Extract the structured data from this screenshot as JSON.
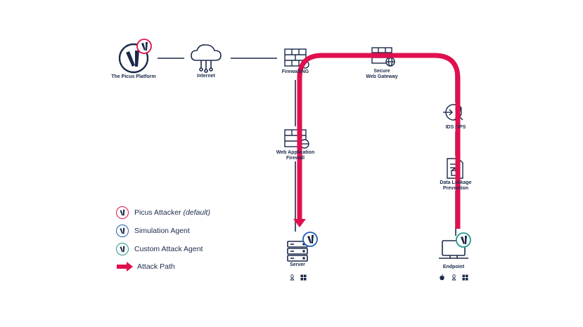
{
  "colors": {
    "navy": "#1b2a4a",
    "attack": "#e0104f",
    "simulation": "#1e5fb4",
    "custom": "#1f9a8a"
  },
  "nodes": {
    "platform": "The Picus Platform",
    "internet": "Internet",
    "firewall": "Firewall/NG",
    "swg": "Secure\nWeb Gateway",
    "ids": "IDS / IPS",
    "waf": "Web Application\nFirewall",
    "dlp": "Data Leakage\nPrevention",
    "server": "Server",
    "endpoint": "Endpoint"
  },
  "legend": {
    "attacker": "Picus Attacker",
    "attacker_suffix": "(default)",
    "simulation": "Simulation Agent",
    "custom": "Custom Attack Agent",
    "path": "Attack Path"
  },
  "os_icons": {
    "server": [
      "linux-icon",
      "windows-icon"
    ],
    "endpoint": [
      "apple-icon",
      "linux-icon",
      "windows-icon"
    ]
  }
}
